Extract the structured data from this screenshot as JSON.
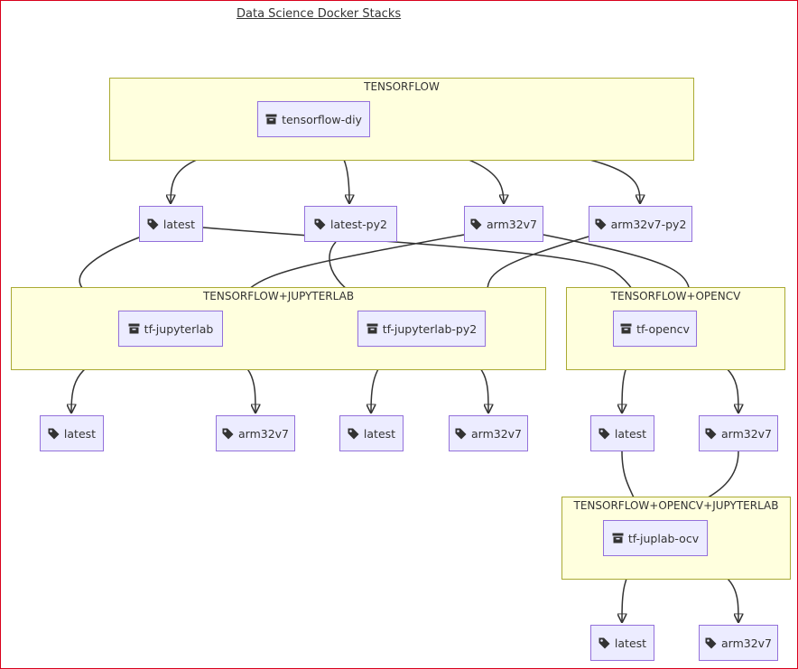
{
  "title": "Data Science Docker Stacks",
  "clusters": {
    "tensorflow": "TENSORFLOW",
    "tf_jupyterlab": "TENSORFLOW+JUPYTERLAB",
    "tf_opencv": "TENSORFLOW+OPENCV",
    "tf_opencv_jupyterlab": "TENSORFLOW+OPENCV+JUPYTERLAB"
  },
  "nodes": {
    "tensorflow_diy": {
      "label": "tensorflow-diy",
      "icon": "archive-icon"
    },
    "tag_latest": {
      "label": "latest",
      "icon": "tag-icon"
    },
    "tag_latest_py2": {
      "label": "latest-py2",
      "icon": "tag-icon"
    },
    "tag_arm32v7": {
      "label": "arm32v7",
      "icon": "tag-icon"
    },
    "tag_arm32v7_py2": {
      "label": "arm32v7-py2",
      "icon": "tag-icon"
    },
    "tf_jupyterlab": {
      "label": "tf-jupyterlab",
      "icon": "archive-icon"
    },
    "tf_jupyterlab_py2": {
      "label": "tf-jupyterlab-py2",
      "icon": "archive-icon"
    },
    "tf_opencv": {
      "label": "tf-opencv",
      "icon": "archive-icon"
    },
    "tfj_latest": {
      "label": "latest",
      "icon": "tag-icon"
    },
    "tfj_arm32v7": {
      "label": "arm32v7",
      "icon": "tag-icon"
    },
    "tfjp2_latest": {
      "label": "latest",
      "icon": "tag-icon"
    },
    "tfjp2_arm32v7": {
      "label": "arm32v7",
      "icon": "tag-icon"
    },
    "tfo_latest": {
      "label": "latest",
      "icon": "tag-icon"
    },
    "tfo_arm32v7": {
      "label": "arm32v7",
      "icon": "tag-icon"
    },
    "tf_juplab_ocv": {
      "label": "tf-juplab-ocv",
      "icon": "archive-icon"
    },
    "tfjo_latest": {
      "label": "latest",
      "icon": "tag-icon"
    },
    "tfjo_arm32v7": {
      "label": "arm32v7",
      "icon": "tag-icon"
    }
  },
  "edges": [
    [
      "tensorflow_diy",
      "tag_latest"
    ],
    [
      "tensorflow_diy",
      "tag_latest_py2"
    ],
    [
      "tensorflow_diy",
      "tag_arm32v7"
    ],
    [
      "tensorflow_diy",
      "tag_arm32v7_py2"
    ],
    [
      "tag_latest",
      "tf_jupyterlab"
    ],
    [
      "tag_latest",
      "tf_opencv"
    ],
    [
      "tag_latest_py2",
      "tf_jupyterlab_py2"
    ],
    [
      "tag_arm32v7",
      "tf_jupyterlab"
    ],
    [
      "tag_arm32v7",
      "tf_opencv"
    ],
    [
      "tag_arm32v7_py2",
      "tf_jupyterlab_py2"
    ],
    [
      "tf_jupyterlab",
      "tfj_latest"
    ],
    [
      "tf_jupyterlab",
      "tfj_arm32v7"
    ],
    [
      "tf_jupyterlab_py2",
      "tfjp2_latest"
    ],
    [
      "tf_jupyterlab_py2",
      "tfjp2_arm32v7"
    ],
    [
      "tf_opencv",
      "tfo_latest"
    ],
    [
      "tf_opencv",
      "tfo_arm32v7"
    ],
    [
      "tfo_latest",
      "tf_juplab_ocv"
    ],
    [
      "tfo_arm32v7",
      "tf_juplab_ocv"
    ],
    [
      "tf_juplab_ocv",
      "tfjo_latest"
    ],
    [
      "tf_juplab_ocv",
      "tfjo_arm32v7"
    ]
  ]
}
